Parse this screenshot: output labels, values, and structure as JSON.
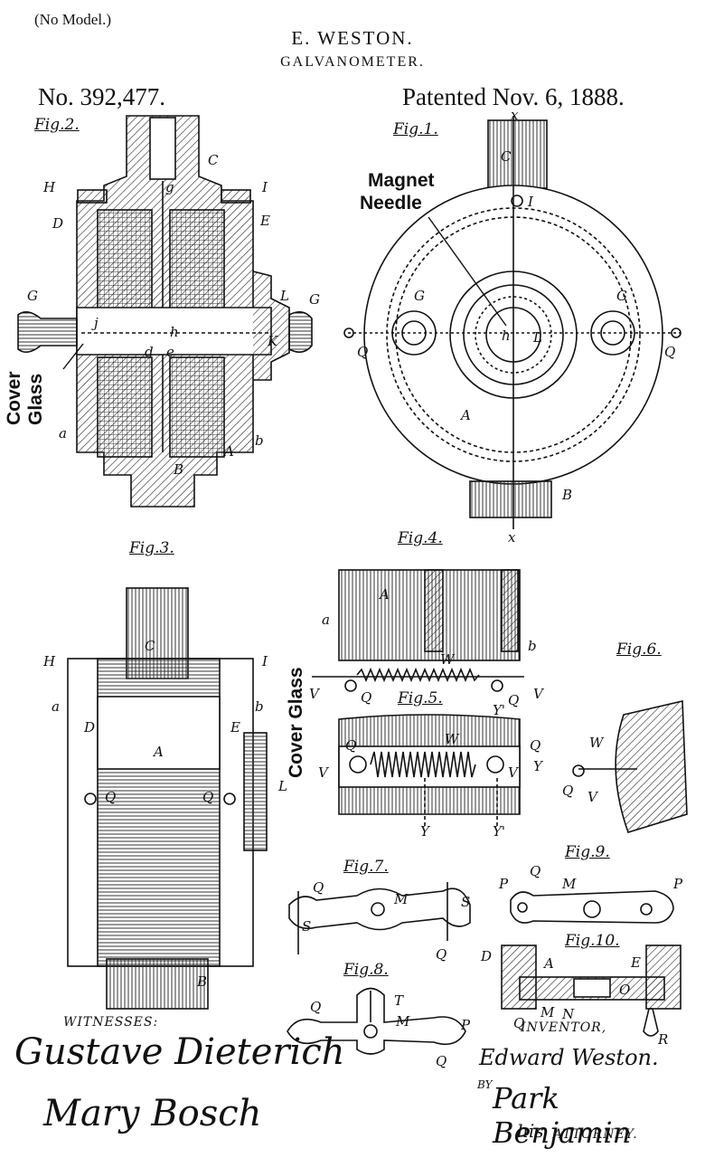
{
  "header": {
    "no_model": "(No Model.)",
    "inventor_name": "E. WESTON.",
    "title": "GALVANOMETER.",
    "patent_no": "No. 392,477.",
    "patent_date": "Patented Nov. 6, 1888."
  },
  "figures": {
    "fig1": "Fig.1.",
    "fig2": "Fig.2.",
    "fig3": "Fig.3.",
    "fig4": "Fig.4.",
    "fig5": "Fig.5.",
    "fig6": "Fig.6.",
    "fig7": "Fig.7.",
    "fig8": "Fig.8.",
    "fig9": "Fig.9.",
    "fig10": "Fig.10."
  },
  "annotations": {
    "magnet_needle_line1": "Magnet",
    "magnet_needle_line2": "Needle",
    "cover_glass_fig2_line1": "Cover",
    "cover_glass_fig2_line2": "Glass",
    "cover_glass_fig3": "Cover Glass"
  },
  "letters": {
    "fig2": {
      "C": "C",
      "H": "H",
      "I": "I",
      "D": "D",
      "E": "E",
      "G_left": "G",
      "G_right": "G",
      "L": "L",
      "j": "j",
      "h": "h",
      "K": "K",
      "d": "d",
      "e": "e",
      "g": "g",
      "a": "a",
      "b": "b",
      "A": "A",
      "B": "B"
    },
    "fig1": {
      "x_top": "x",
      "C": "C",
      "I": "I",
      "G_left": "G",
      "G_right": "G",
      "h": "h",
      "L": "L",
      "Q_left": "Q",
      "Q_right": "Q",
      "A": "A",
      "B": "B",
      "x_bottom": "x"
    },
    "fig3": {
      "H": "H",
      "I": "I",
      "C": "C",
      "a": "a",
      "b": "b",
      "D": "D",
      "E": "E",
      "A": "A",
      "Q_left": "Q",
      "Q_right": "Q",
      "L": "L",
      "B": "B"
    },
    "fig4": {
      "A": "A",
      "a": "a",
      "b": "b",
      "W": "W",
      "V_left": "V",
      "Q_left": "Q",
      "Y1": "Y'",
      "Q_right": "Q",
      "V_right": "V"
    },
    "fig5": {
      "W": "W",
      "Q_left": "Q",
      "Q_right": "Q",
      "V_left": "V",
      "V_right": "V",
      "Y": "Y",
      "Y_bottom": "Y",
      "Y1_bottom": "Y'"
    },
    "fig6": {
      "W": "W",
      "Q": "Q",
      "V": "V"
    },
    "fig7": {
      "Q_top": "Q",
      "M": "M",
      "S_right": "S",
      "S_left": "S",
      "Q_bottom": "Q"
    },
    "fig8": {
      "T": "T",
      "Q_left": "Q",
      "M": "M",
      "P": "P",
      "Q_bottom": "Q"
    },
    "fig9": {
      "P_left": "P",
      "Q": "Q",
      "M": "M",
      "P_right": "P"
    },
    "fig10": {
      "D": "D",
      "A": "A",
      "E": "E",
      "O": "O",
      "Q": "Q",
      "M": "M",
      "N": "N",
      "R": "R"
    }
  },
  "signatures": {
    "witnesses_label": "WITNESSES:",
    "witness1": "Gustave Dieterich",
    "witness2": "Mary Bosch",
    "inventor_label": "INVENTOR,",
    "inventor_signature": "Edward Weston.",
    "by_label": "BY",
    "attorney_signature": "Park Benjamin",
    "his_label": "his",
    "attorney_label": "ATTORNEY."
  }
}
